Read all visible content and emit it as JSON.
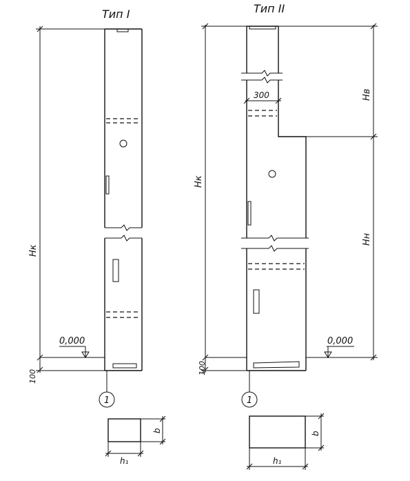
{
  "type1": {
    "title": "Тип I",
    "height_label": "Нк",
    "level_label": "0,000",
    "offset_label": "100",
    "marker_number": "1",
    "section_width_label": "h₁",
    "section_depth_label": "b"
  },
  "type2": {
    "title": "Тип II",
    "height_label": "Нк",
    "upper_height_label": "Нв",
    "lower_height_label": "Нн",
    "width_label": "300",
    "level_label": "0,000",
    "offset_label": "100",
    "marker_number": "1",
    "section_width_label": "h₁",
    "section_depth_label": "b"
  }
}
